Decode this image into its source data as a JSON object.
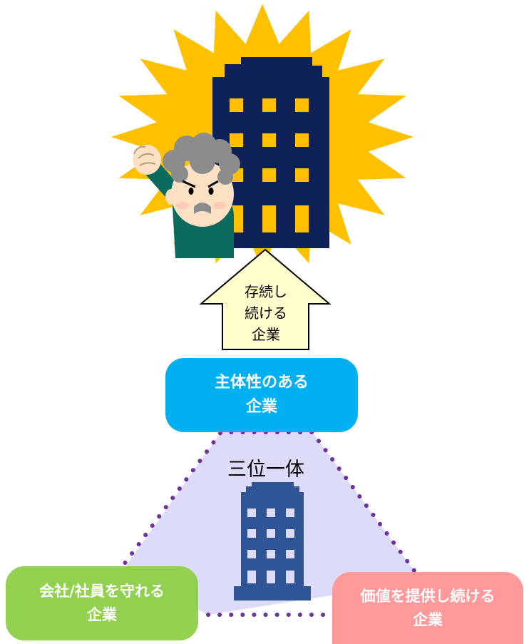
{
  "arrow_label": "存続し\n続ける\n企業",
  "top_box_label": "主体性のある\n企業",
  "triangle_label": "三位一体",
  "left_box_label": "会社/社員を守れる\n企業",
  "right_box_label": "価値を提供し続ける\n企業",
  "colors": {
    "burst": "#ffc000",
    "building_dark": "#0e2158",
    "window_yellow": "#ffc000",
    "building_blue": "#2f5597",
    "triangle_fill": "#dcdcfa",
    "triangle_dots": "#7030a0",
    "arrow_fill": "#ffffcc",
    "top_box": "#00b0f0",
    "left_box": "#92d050",
    "right_box": "#ff999a"
  }
}
